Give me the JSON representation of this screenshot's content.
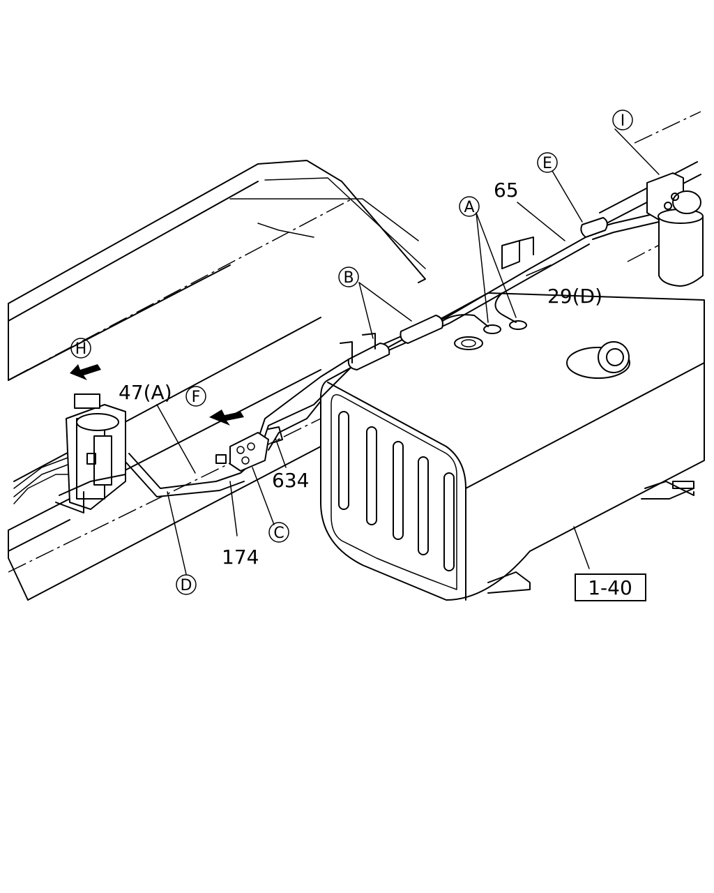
{
  "callouts": {
    "A": "A",
    "B": "B",
    "C": "C",
    "D": "D",
    "E": "E",
    "F": "F",
    "H": "H",
    "I": "I"
  },
  "parts": {
    "p65": "65",
    "p29D": "29(D)",
    "p47A": "47(A)",
    "p634": "634",
    "p174": "174"
  },
  "reference": "1-40"
}
